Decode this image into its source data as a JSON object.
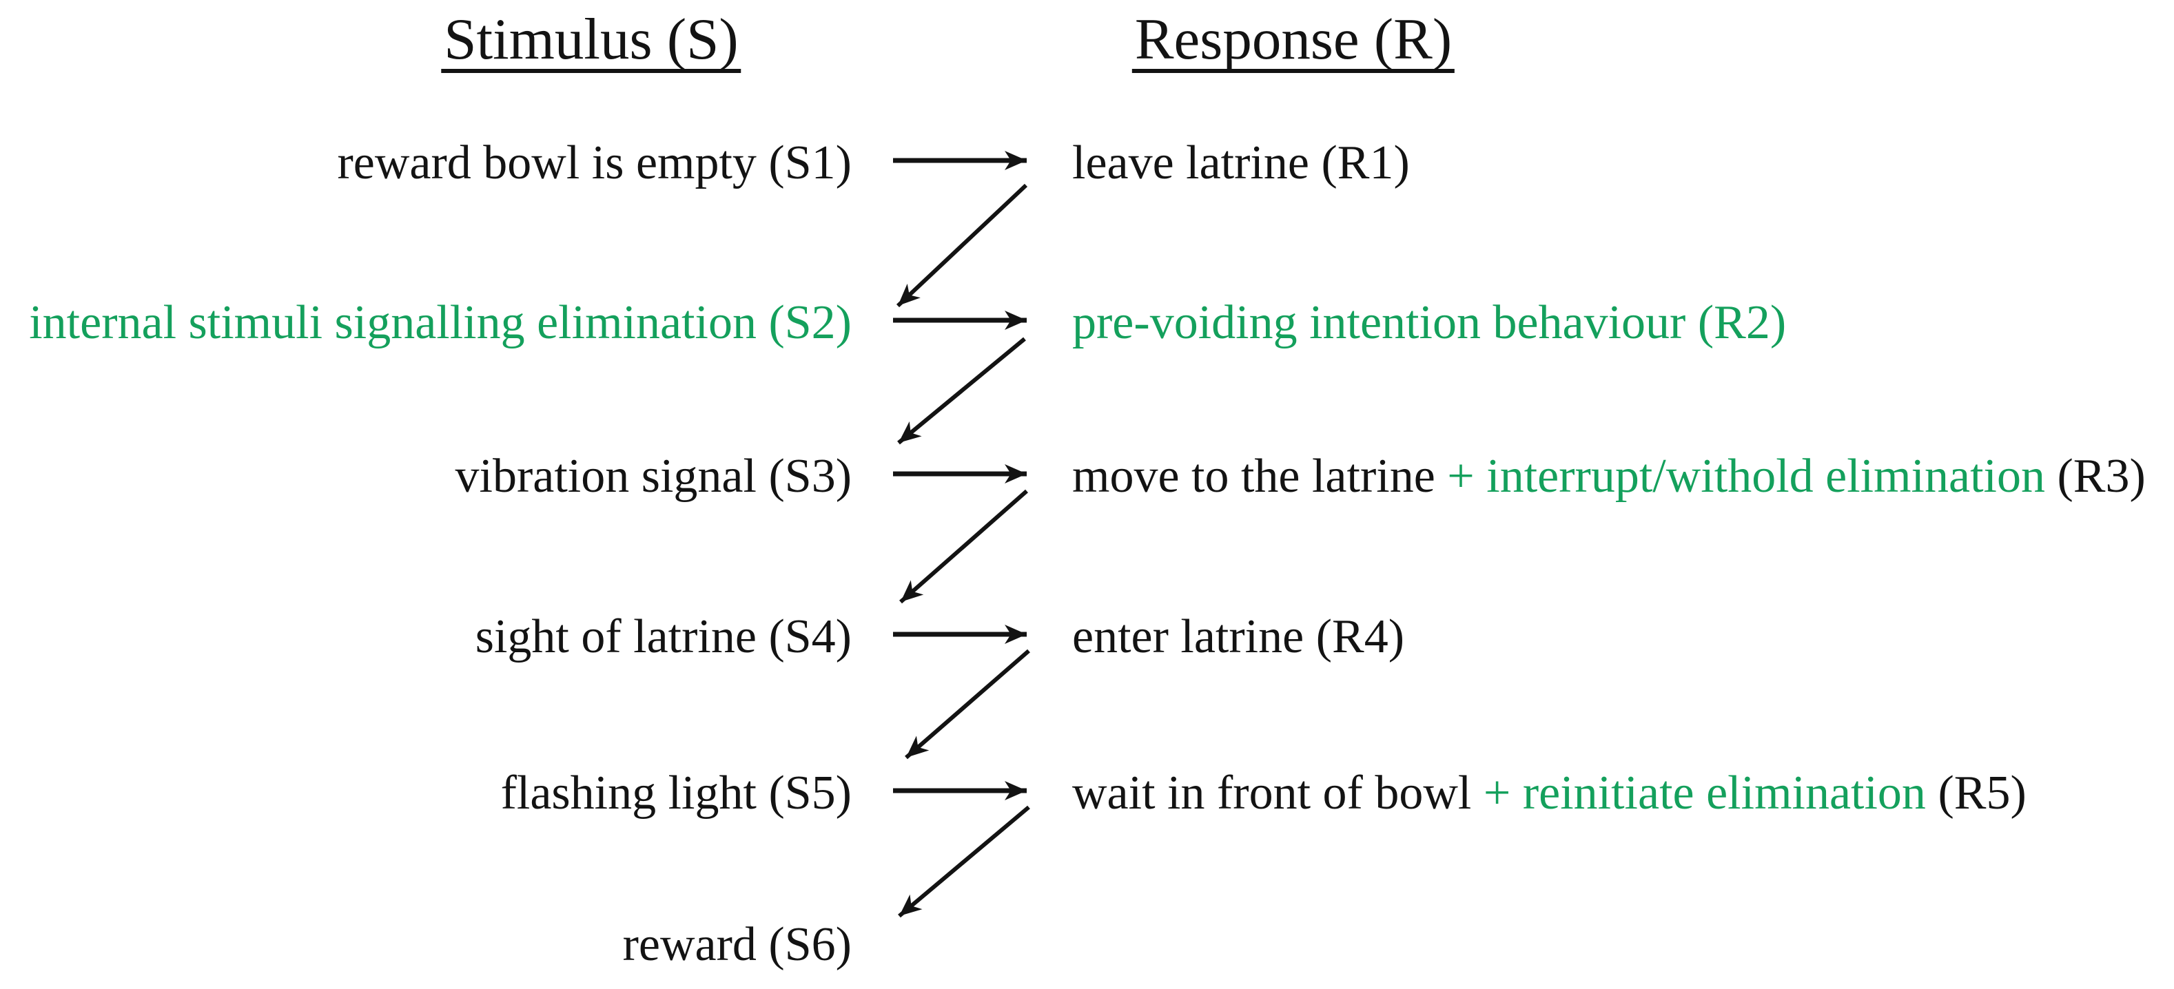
{
  "colors": {
    "ink": "#131313",
    "green": "#14a05c",
    "background": "#ffffff"
  },
  "columns": {
    "stimulus_header": "Stimulus (S)",
    "response_header": "Response (R)"
  },
  "stimuli": [
    {
      "id": "S1",
      "label": "reward bowl is empty (S1)",
      "highlight": false
    },
    {
      "id": "S2",
      "label": "internal stimuli signalling elimination (S2)",
      "highlight": true
    },
    {
      "id": "S3",
      "label": "vibration signal (S3)",
      "highlight": false
    },
    {
      "id": "S4",
      "label": "sight of latrine (S4)",
      "highlight": false
    },
    {
      "id": "S5",
      "label": "flashing light (S5)",
      "highlight": false
    },
    {
      "id": "S6",
      "label": "reward (S6)",
      "highlight": false
    }
  ],
  "responses": [
    {
      "id": "R1",
      "pre": "leave latrine (R1)",
      "green": "",
      "post": ""
    },
    {
      "id": "R2",
      "pre": "",
      "green": "pre-voiding intention behaviour (R2)",
      "post": ""
    },
    {
      "id": "R3",
      "pre": "move to the latrine ",
      "green": "+ interrupt/withold elimination",
      "post": " (R3)"
    },
    {
      "id": "R4",
      "pre": "enter latrine (R4)",
      "green": "",
      "post": ""
    },
    {
      "id": "R5",
      "pre": "wait in front of bowl ",
      "green": "+ reinitiate elimination",
      "post": " (R5)"
    }
  ]
}
